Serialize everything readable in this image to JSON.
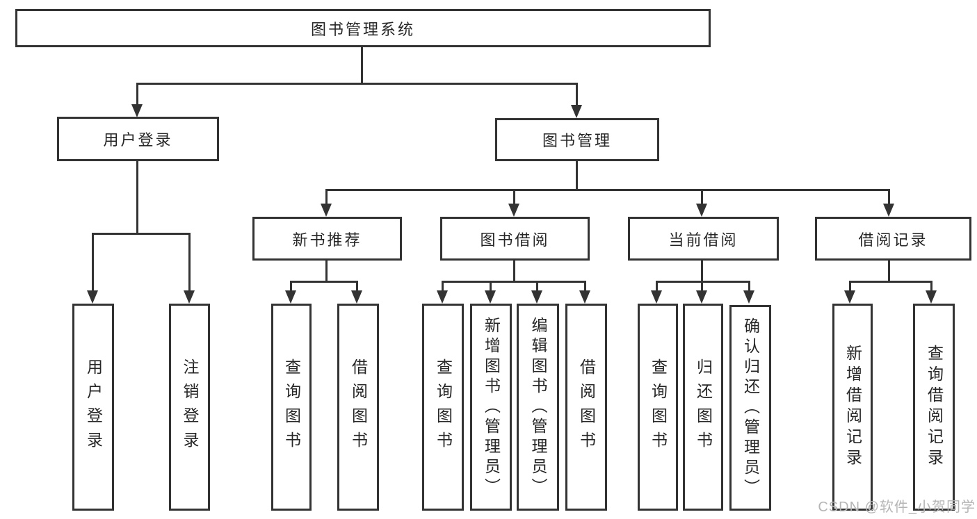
{
  "diagram_title": "图书管理系统",
  "nodes": {
    "root": "图书管理系统",
    "user_login": "用户登录",
    "book_mgmt": "图书管理",
    "new_book_rec": "新书推荐",
    "book_borrow": "图书借阅",
    "current_borrow": "当前借阅",
    "borrow_record": "借阅记录",
    "ul_user_login": "用户登录",
    "ul_logout": "注销登录",
    "nb_query_book": "查询图书",
    "nb_borrow_book": "借阅图书",
    "bb_query_book": "查询图书",
    "bb_add_book": "新增图书（管理员）",
    "bb_edit_book": "编辑图书（管理员）",
    "bb_borrow_book": "借阅图书",
    "cb_query_book": "查询图书",
    "cb_return_book": "归还图书",
    "cb_confirm_return": "确认归还（管理员）",
    "br_add_record": "新增借阅记录",
    "br_query_record": "查询借阅记录"
  },
  "watermark": "CSDN @软件_小贺同学",
  "colors": {
    "line": "#333333",
    "text": "#262626",
    "watermark": "#b5b5b5",
    "background": "#ffffff"
  }
}
